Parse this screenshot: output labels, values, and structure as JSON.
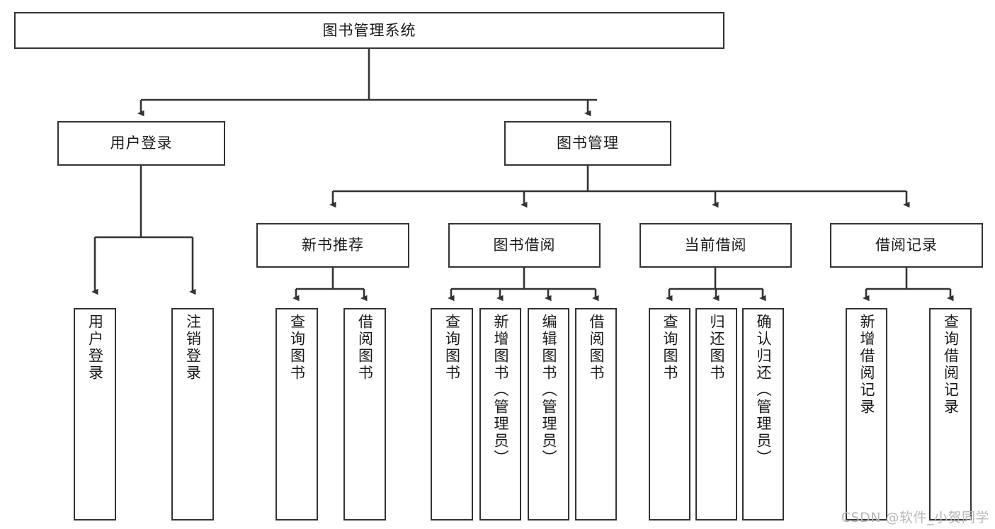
{
  "diagram": {
    "type": "tree",
    "title": "图书管理系统",
    "orientation": "top-down",
    "line_color": "#333333",
    "box_fill": "#ffffff",
    "text_color": "#1a1a1a",
    "nodes": {
      "root": {
        "label": "图书管理系统",
        "level": 0
      },
      "l1_0": {
        "label": "用户登录",
        "level": 1
      },
      "l1_1": {
        "label": "图书管理",
        "level": 1
      },
      "l2_0": {
        "label": "新书推荐",
        "level": 2
      },
      "l2_1": {
        "label": "图书借阅",
        "level": 2
      },
      "l2_2": {
        "label": "当前借阅",
        "level": 2
      },
      "l2_3": {
        "label": "借阅记录",
        "level": 2
      },
      "leaf_0": {
        "label": "用户登录",
        "level": 3
      },
      "leaf_1": {
        "label": "注销登录",
        "level": 3
      },
      "leaf_2": {
        "label": "查询图书",
        "level": 3
      },
      "leaf_3": {
        "label": "借阅图书",
        "level": 3
      },
      "leaf_4": {
        "label": "查询图书",
        "level": 3
      },
      "leaf_5": {
        "label": "新增图书（管理员）",
        "level": 3
      },
      "leaf_6": {
        "label": "编辑图书（管理员）",
        "level": 3
      },
      "leaf_7": {
        "label": "借阅图书",
        "level": 3
      },
      "leaf_8": {
        "label": "查询图书",
        "level": 3
      },
      "leaf_9": {
        "label": "归还图书",
        "level": 3
      },
      "leaf_10": {
        "label": "确认归还（管理员）",
        "level": 3
      },
      "leaf_11": {
        "label": "新增借阅记录",
        "level": 3
      },
      "leaf_12": {
        "label": "查询借阅记录",
        "level": 3
      }
    },
    "edges": [
      {
        "from": "root",
        "to": "l1_0"
      },
      {
        "from": "root",
        "to": "l1_1"
      },
      {
        "from": "l1_1",
        "to": "l2_0"
      },
      {
        "from": "l1_1",
        "to": "l2_1"
      },
      {
        "from": "l1_1",
        "to": "l2_2"
      },
      {
        "from": "l1_1",
        "to": "l2_3"
      },
      {
        "from": "l1_0",
        "to": "leaf_0"
      },
      {
        "from": "l1_0",
        "to": "leaf_1"
      },
      {
        "from": "l2_0",
        "to": "leaf_2"
      },
      {
        "from": "l2_0",
        "to": "leaf_3"
      },
      {
        "from": "l2_1",
        "to": "leaf_4"
      },
      {
        "from": "l2_1",
        "to": "leaf_5"
      },
      {
        "from": "l2_1",
        "to": "leaf_6"
      },
      {
        "from": "l2_1",
        "to": "leaf_7"
      },
      {
        "from": "l2_2",
        "to": "leaf_8"
      },
      {
        "from": "l2_2",
        "to": "leaf_9"
      },
      {
        "from": "l2_2",
        "to": "leaf_10"
      },
      {
        "from": "l2_3",
        "to": "leaf_11"
      },
      {
        "from": "l2_3",
        "to": "leaf_12"
      }
    ]
  },
  "watermark": {
    "text": "CSDN @软件_小贺同学"
  }
}
